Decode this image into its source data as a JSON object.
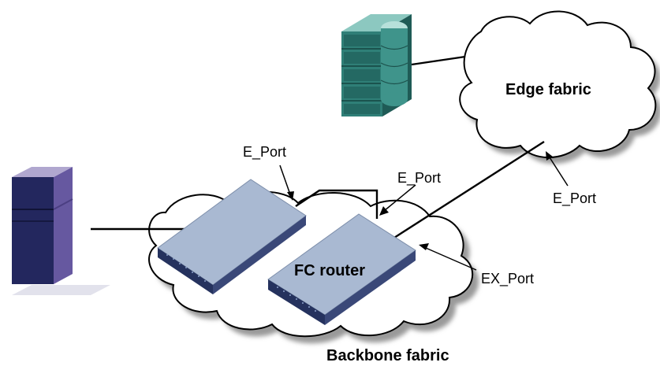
{
  "labels": {
    "edge_fabric": "Edge fabric",
    "backbone_fabric": "Backbone fabric",
    "fc_router": "FC router",
    "e_port_switch": "E_Port",
    "e_port_router": "E_Port",
    "e_port_edge": "E_Port",
    "ex_port": "EX_Port"
  },
  "colors": {
    "cloud_shadow": "#9a9a9a",
    "switch_top": "#a9b9d2",
    "switch_front": "#25325e",
    "host_front": "#23275e",
    "host_side": "#6658a0",
    "host_top": "#b0a7cf",
    "storage_front": "#2f7f77",
    "storage_side": "#1f5b56",
    "storage_top": "#8cc8c0"
  }
}
